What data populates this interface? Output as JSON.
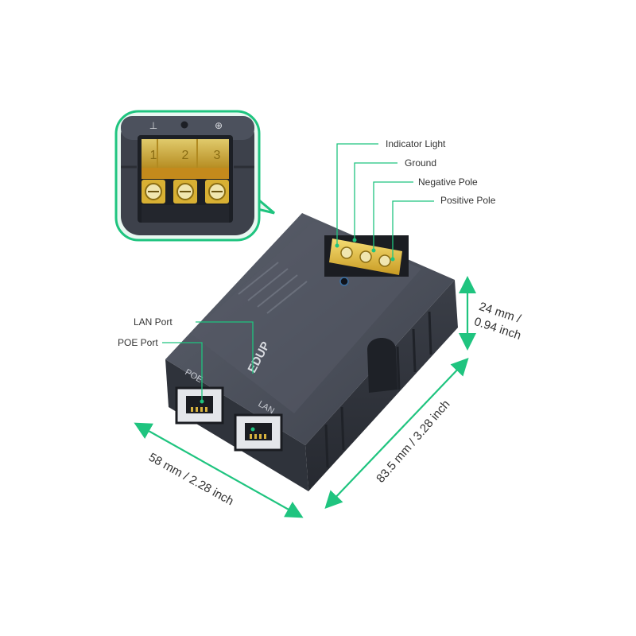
{
  "callouts": {
    "indicator_light": "Indicator Light",
    "ground": "Ground",
    "negative_pole": "Negative Pole",
    "positive_pole": "Positive Pole",
    "lan_port": "LAN Port",
    "poe_port": "POE Port"
  },
  "dimensions": {
    "height_mm": "24 mm /",
    "height_in": "0.94 inch",
    "length": "83.5 mm / 3.28 inch",
    "width": "58 mm / 2.28 inch"
  },
  "device": {
    "brand": "EDUP",
    "port_poe": "POE",
    "port_lan": "LAN",
    "terminal_numbers": [
      "1",
      "2",
      "3"
    ],
    "panel_symbols": [
      "⊥",
      "●",
      "⊕"
    ]
  },
  "colors": {
    "accent": "#1fc47f",
    "body": "#4a4f5c",
    "body_dark": "#2c3039",
    "terminal": "#e8c24a",
    "zoom_bg": "#e9f7f1"
  }
}
